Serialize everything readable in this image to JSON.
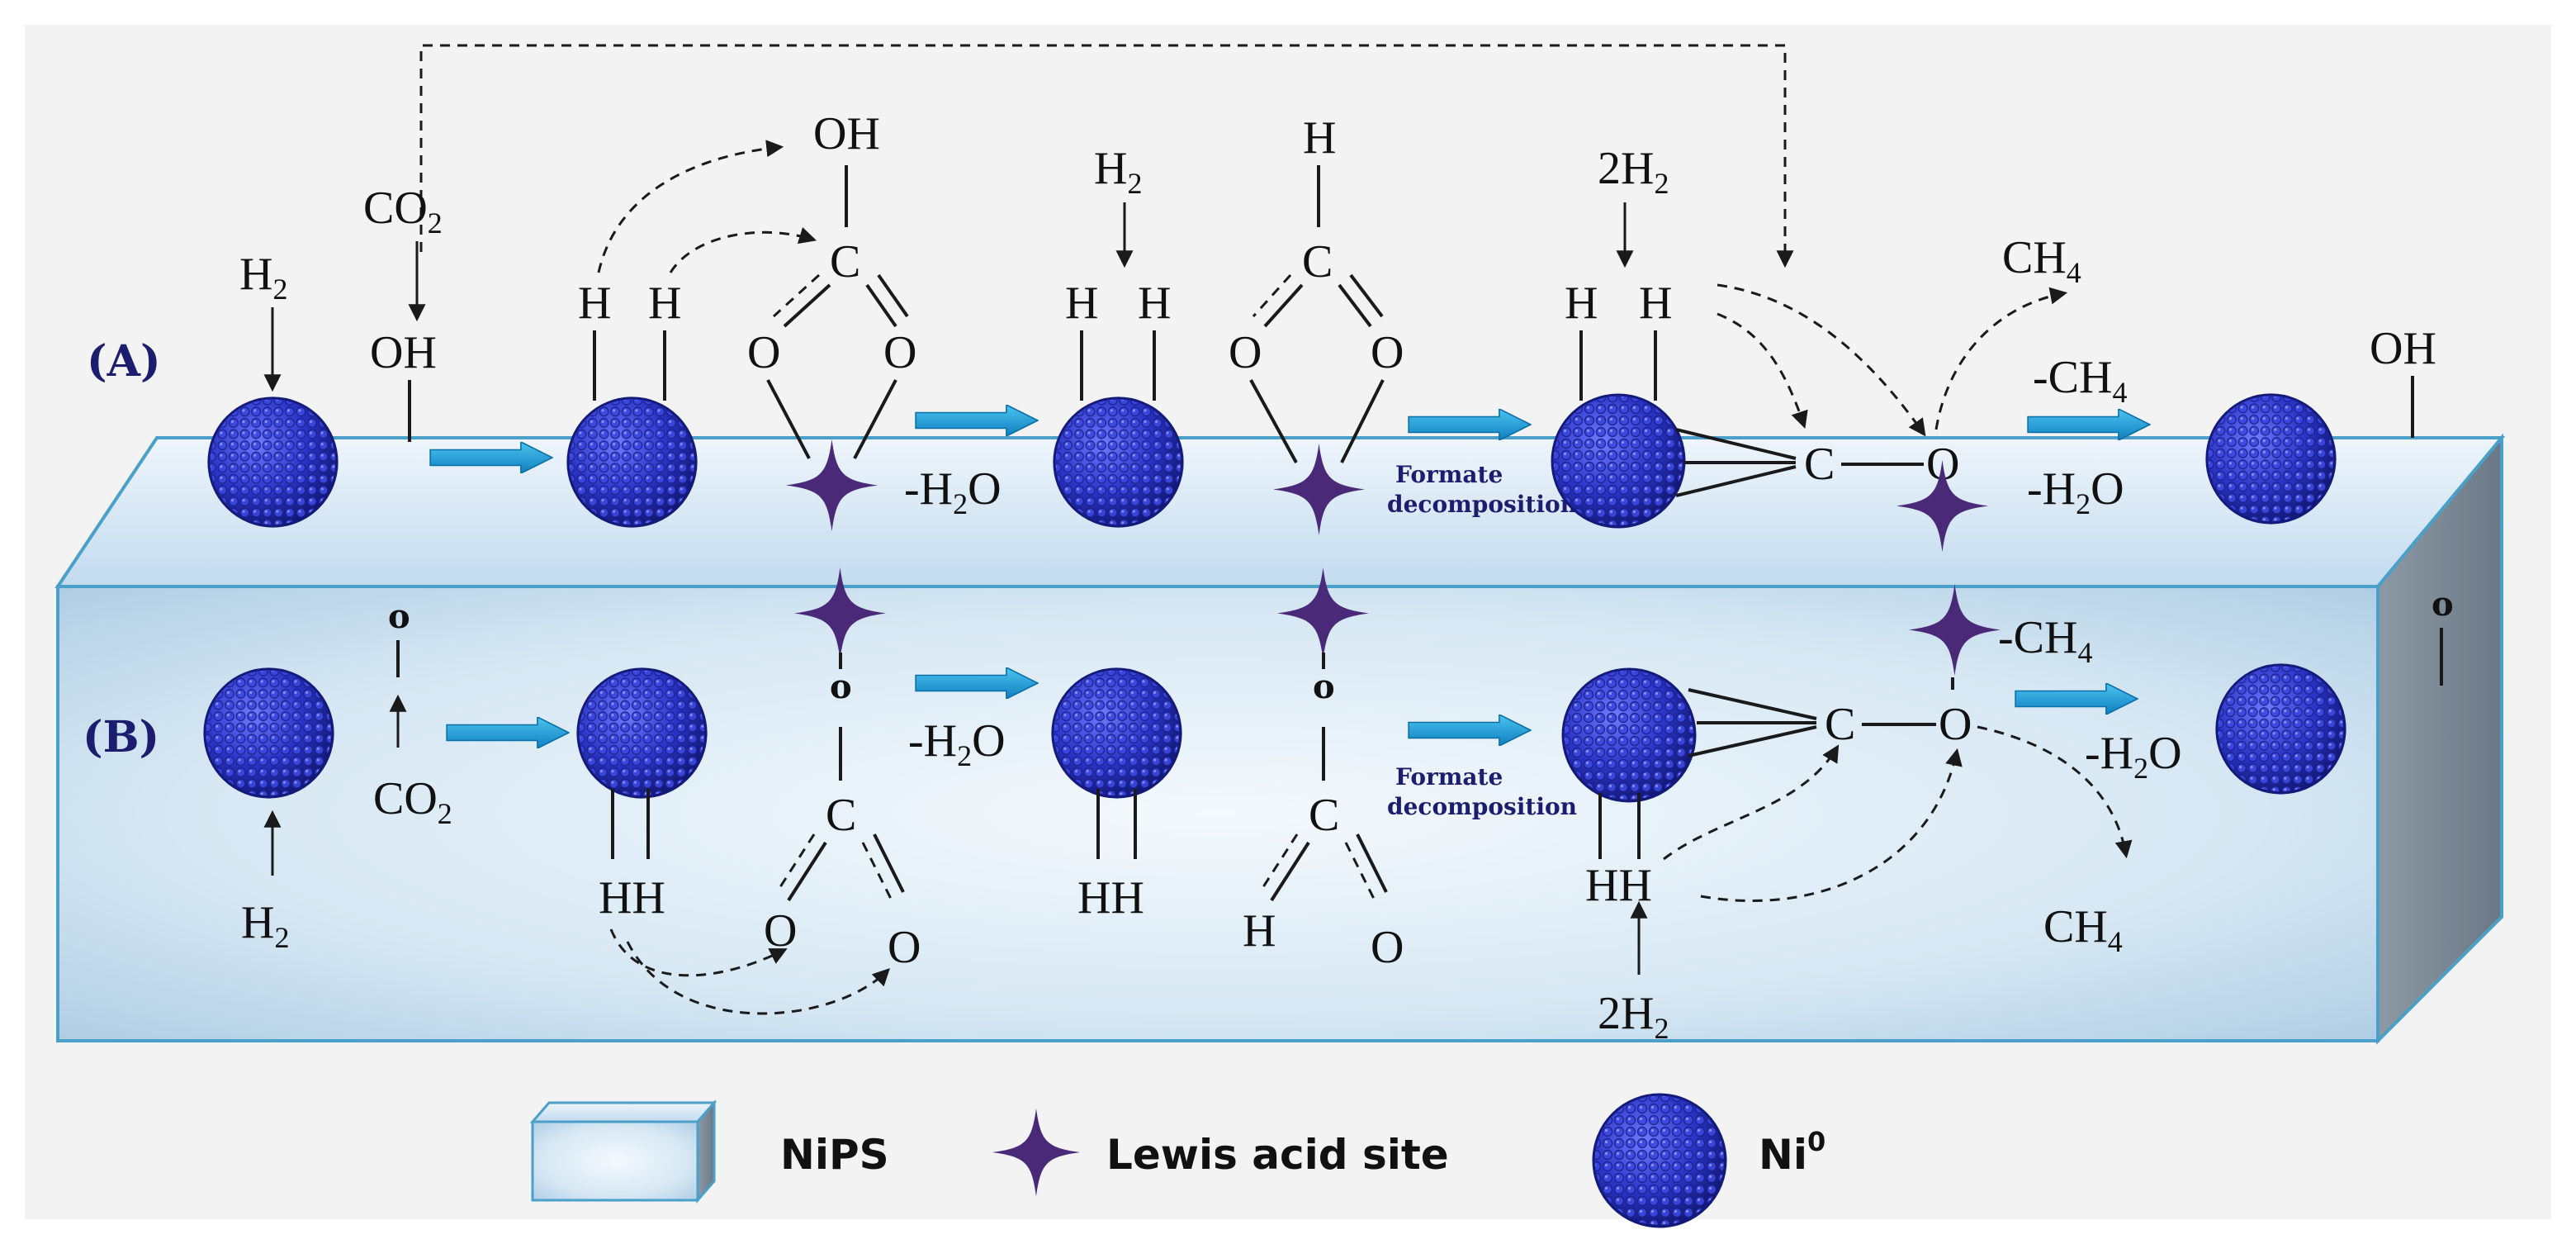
{
  "colors": {
    "accent_label": "#1c1d6e",
    "arrow_blue": "#1aa3d9",
    "ni_ball": "#2a35c8",
    "lewis_site": "#4a2a78",
    "support": "#cfe3f2"
  },
  "row_labels": {
    "a": "(A)",
    "b": "(B)"
  },
  "species": {
    "h2": "H",
    "h2_sub": "2",
    "two_h2": "2H",
    "co2": "CO",
    "co2_sub": "2",
    "oh": "OH",
    "h": "H",
    "o": "O",
    "o_small": "o",
    "c": "C",
    "ch4": "CH",
    "ch4_sub": "4",
    "minus_ch4": "-CH",
    "minus_h2o_pre": "-H",
    "minus_h2o_sub": "2",
    "minus_h2o_post": "O",
    "hh": "HH"
  },
  "formate": {
    "line1": "Formate",
    "line2": "decomposition"
  },
  "legend": {
    "nips": "NiPS",
    "lewis": "Lewis acid site",
    "ni0": "Ni",
    "ni0_sup": "0"
  },
  "icons": {
    "ni_particle": "ni-particle-icon",
    "lewis_site": "lewis-acid-star-icon",
    "support_block": "nips-block-icon",
    "process_arrow": "process-arrow-icon"
  }
}
